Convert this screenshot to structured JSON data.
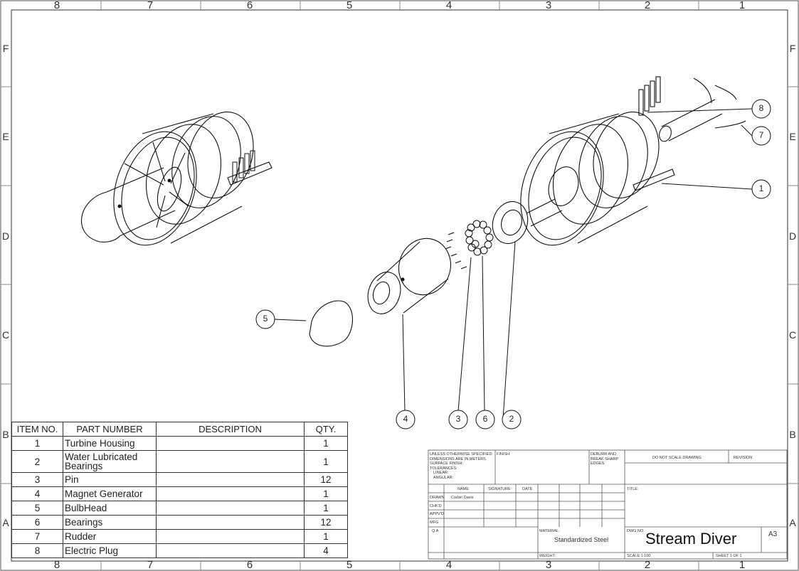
{
  "zones": {
    "columns": [
      "8",
      "7",
      "6",
      "5",
      "4",
      "3",
      "2",
      "1"
    ],
    "rows": [
      "F",
      "E",
      "D",
      "C",
      "B",
      "A"
    ]
  },
  "balloons": [
    "1",
    "2",
    "3",
    "4",
    "5",
    "6",
    "7",
    "8"
  ],
  "bom": {
    "headers": {
      "item": "ITEM NO.",
      "part": "PART NUMBER",
      "desc": "DESCRIPTION",
      "qty": "QTY."
    },
    "rows": [
      {
        "item": "1",
        "part": "Turbine Housing",
        "desc": "",
        "qty": "1"
      },
      {
        "item": "2",
        "part": "Water Lubricated Bearings",
        "desc": "",
        "qty": "1"
      },
      {
        "item": "3",
        "part": "Pin",
        "desc": "",
        "qty": "12"
      },
      {
        "item": "4",
        "part": "Magnet Generator",
        "desc": "",
        "qty": "1"
      },
      {
        "item": "5",
        "part": "BulbHead",
        "desc": "",
        "qty": "1"
      },
      {
        "item": "6",
        "part": "Bearings",
        "desc": "",
        "qty": "12"
      },
      {
        "item": "7",
        "part": "Rudder",
        "desc": "",
        "qty": "1"
      },
      {
        "item": "8",
        "part": "Electric Plug",
        "desc": "",
        "qty": "4"
      }
    ]
  },
  "title_block": {
    "unless_lines": [
      "UNLESS OTHERWISE SPECIFIED:",
      "DIMENSIONS ARE IN METERS",
      "SURFACE FINISH:",
      "TOLERANCES:",
      "LINEAR:",
      "ANGULAR:"
    ],
    "finish": "FINISH:",
    "deburr_lines": [
      "DEBURR AND",
      "BREAK SHARP",
      "EDGES"
    ],
    "do_not_scale": "DO NOT SCALE DRAWING",
    "revision": "REVISION",
    "col_name": "NAME",
    "col_signature": "SIGNATURE",
    "col_date": "DATE",
    "row_drawn": "DRAWN",
    "row_chkd": "CHK'D",
    "row_appvd": "APPV'D",
    "row_mfg": "MFG",
    "row_qa": "Q.A",
    "drawn_name": "Corbin Davis",
    "title_label": "TITLE:",
    "material_label": "MATERIAL:",
    "material": "Standardized Steel",
    "dwg_no_label": "DWG NO.",
    "dwg_no": "Stream Diver",
    "size": "A3",
    "weight_label": "WEIGHT:",
    "scale": "SCALE:1:100",
    "sheet": "SHEET 1 OF 1"
  }
}
